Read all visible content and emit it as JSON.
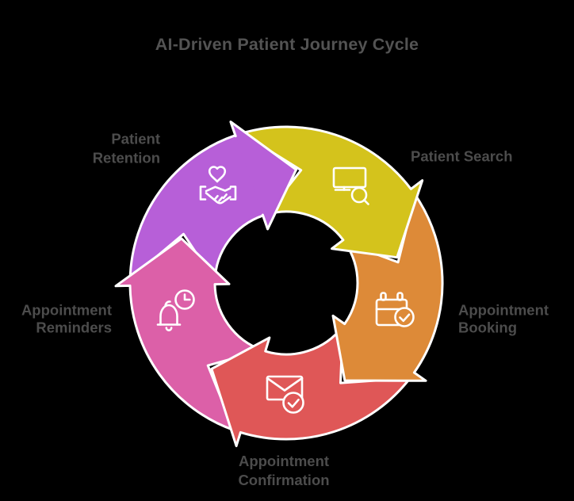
{
  "title": {
    "text": "AI-Driven Patient Journey Cycle",
    "color": "#535353"
  },
  "cycle": {
    "label_color": "#4c4c4c",
    "outline_color": "#ffffff",
    "icon_stroke": "#ffffff",
    "steps": [
      {
        "label_lines": [
          "Patient Search"
        ],
        "color": "#d4c31c",
        "icon": "monitor-search-icon"
      },
      {
        "label_lines": [
          "Appointment",
          "Booking"
        ],
        "color": "#dd8a38",
        "icon": "calendar-check-icon"
      },
      {
        "label_lines": [
          "Appointment",
          "Confirmation"
        ],
        "color": "#df5757",
        "icon": "mail-check-icon"
      },
      {
        "label_lines": [
          "Appointment",
          "Reminders"
        ],
        "color": "#dc60a8",
        "icon": "bell-clock-icon"
      },
      {
        "label_lines": [
          "Patient",
          "Retention"
        ],
        "color": "#b75fd8",
        "icon": "handshake-heart-icon"
      }
    ]
  }
}
